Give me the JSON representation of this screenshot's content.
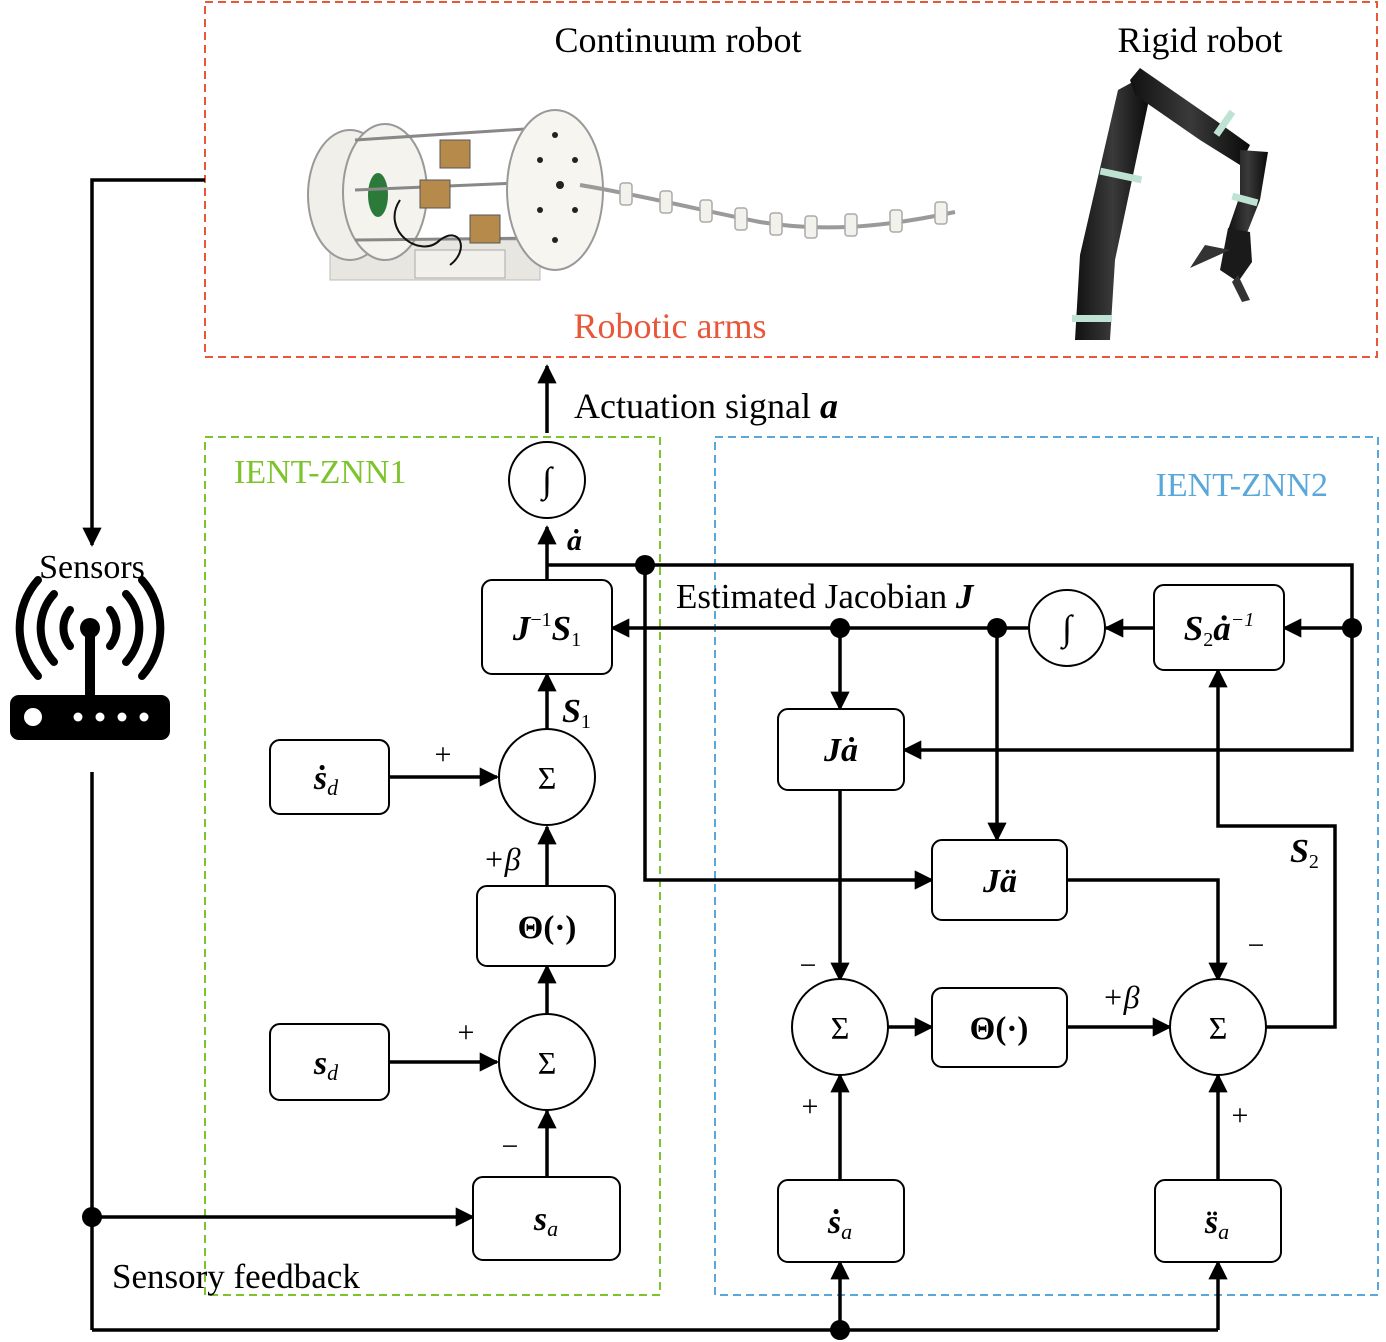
{
  "robot_panel": {
    "continuum_label": "Continuum robot",
    "rigid_label": "Rigid robot",
    "group_label": "Robotic arms",
    "border_color": "#E8573A"
  },
  "actuation_label": "Actuation signal",
  "actuation_symbol": "a",
  "znn1": {
    "label": "IENT-ZNN1",
    "color": "#7DC42C"
  },
  "znn2": {
    "label": "IENT-ZNN2",
    "color": "#5AA8DA"
  },
  "sensors_label": "Sensors",
  "sensory_feedback_label": "Sensory feedback",
  "jacobian_label": "Estimated Jacobian",
  "jacobian_symbol": "J",
  "blocks": {
    "integrator_symbol": "∫",
    "sum_symbol": "Σ",
    "theta_func": "Θ(·)",
    "j_inv_s1": {
      "main": "J",
      "sup": "−1",
      "tail": "S",
      "sub": "1"
    },
    "s2_adot_inv": {
      "main": "S",
      "sub": "2",
      "tail": "ȧ",
      "sup": "−1"
    },
    "j_adot": "Jȧ",
    "j_addot": "Jä",
    "s_d_dot": {
      "main": "ṡ",
      "sub": "d"
    },
    "s_d": {
      "main": "s",
      "sub": "d"
    },
    "s_a": {
      "main": "s",
      "sub": "a"
    },
    "s_a_dot": {
      "main": "ṡ",
      "sub": "a"
    },
    "s_a_ddot": {
      "main": "s̈",
      "sub": "a"
    }
  },
  "signals": {
    "a_dot": "ȧ",
    "s1": {
      "main": "S",
      "sub": "1"
    },
    "s2": {
      "main": "S",
      "sub": "2"
    },
    "plus_beta": "+β",
    "plus": "+",
    "minus": "−"
  }
}
